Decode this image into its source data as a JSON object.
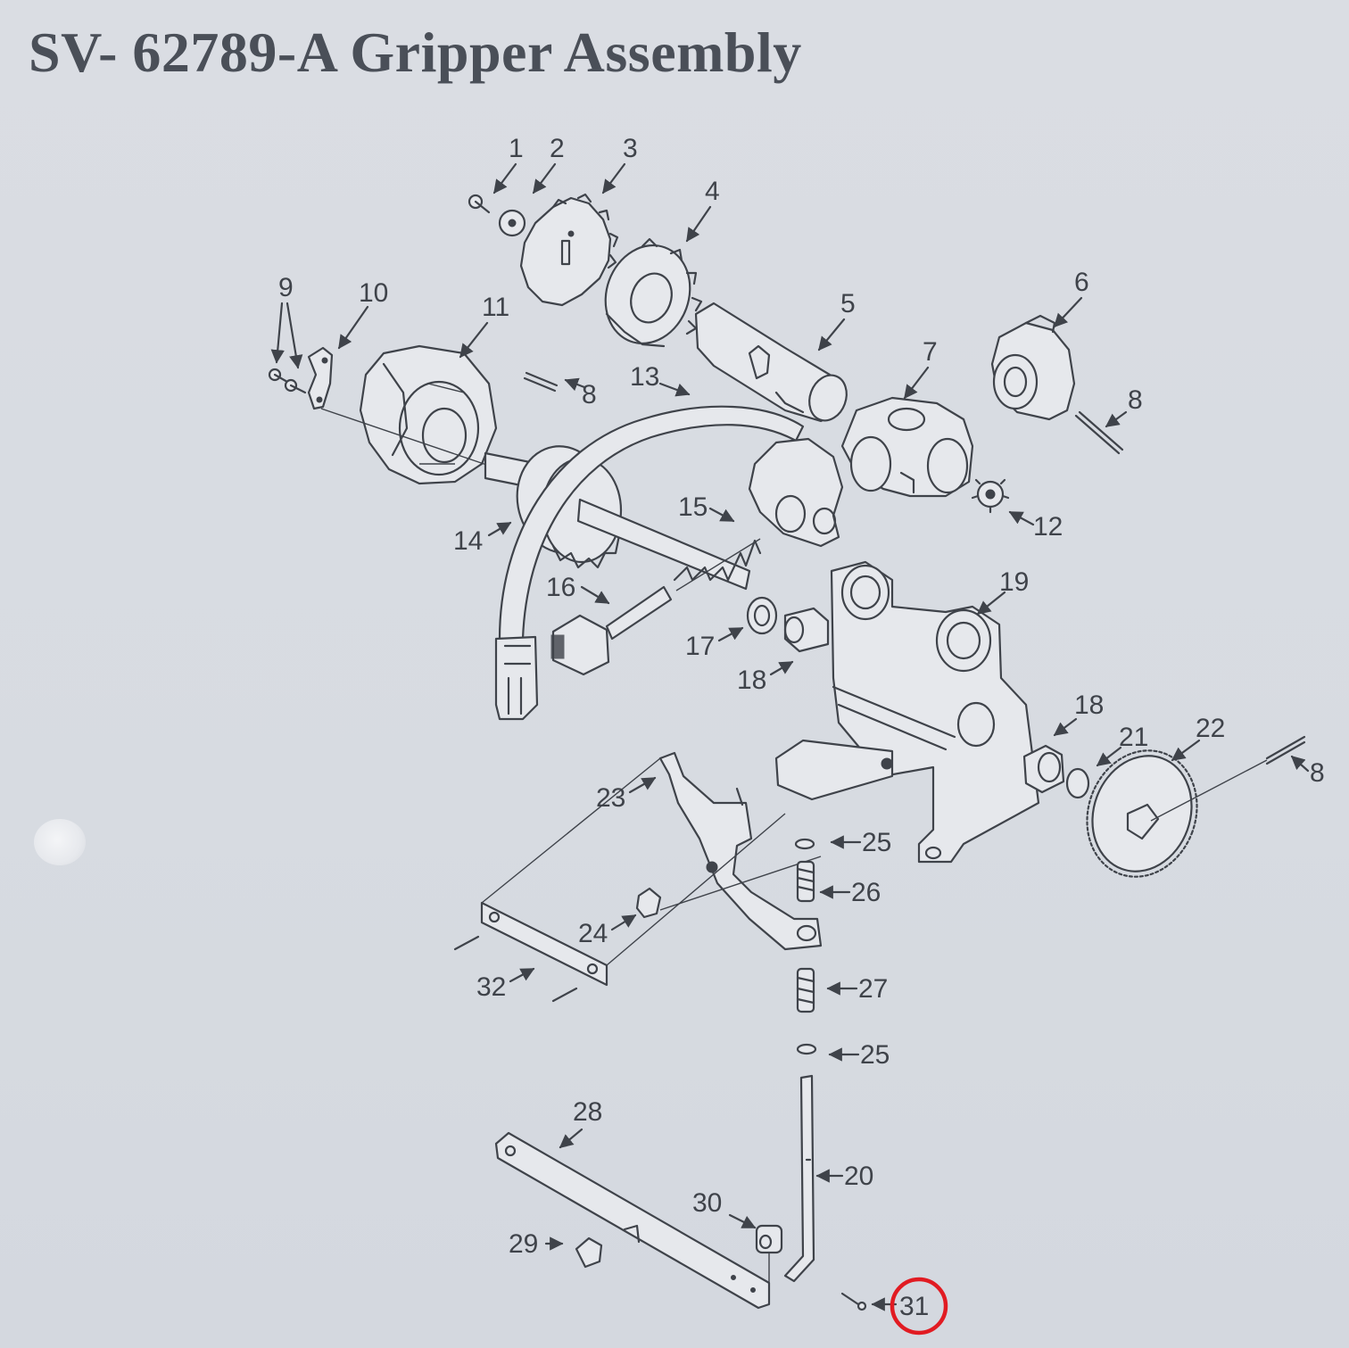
{
  "title": "SV- 62789-A Gripper Assembly",
  "callouts": [
    {
      "id": "c1",
      "text": "1"
    },
    {
      "id": "c2",
      "text": "2"
    },
    {
      "id": "c3",
      "text": "3"
    },
    {
      "id": "c4",
      "text": "4"
    },
    {
      "id": "c5",
      "text": "5"
    },
    {
      "id": "c6",
      "text": "6"
    },
    {
      "id": "c7",
      "text": "7"
    },
    {
      "id": "c8a",
      "text": "8"
    },
    {
      "id": "c8b",
      "text": "8"
    },
    {
      "id": "c8c",
      "text": "8"
    },
    {
      "id": "c9",
      "text": "9"
    },
    {
      "id": "c10",
      "text": "10"
    },
    {
      "id": "c11",
      "text": "11"
    },
    {
      "id": "c12",
      "text": "12"
    },
    {
      "id": "c13",
      "text": "13"
    },
    {
      "id": "c14",
      "text": "14"
    },
    {
      "id": "c15",
      "text": "15"
    },
    {
      "id": "c16",
      "text": "16"
    },
    {
      "id": "c17",
      "text": "17"
    },
    {
      "id": "c18a",
      "text": "18"
    },
    {
      "id": "c18b",
      "text": "18"
    },
    {
      "id": "c19",
      "text": "19"
    },
    {
      "id": "c20",
      "text": "20"
    },
    {
      "id": "c21",
      "text": "21"
    },
    {
      "id": "c22",
      "text": "22"
    },
    {
      "id": "c23",
      "text": "23"
    },
    {
      "id": "c24",
      "text": "24"
    },
    {
      "id": "c25a",
      "text": "25"
    },
    {
      "id": "c25b",
      "text": "25"
    },
    {
      "id": "c26",
      "text": "26"
    },
    {
      "id": "c27",
      "text": "27"
    },
    {
      "id": "c28",
      "text": "28"
    },
    {
      "id": "c29",
      "text": "29"
    },
    {
      "id": "c30",
      "text": "30"
    },
    {
      "id": "c31",
      "text": "31"
    },
    {
      "id": "c32",
      "text": "32"
    }
  ],
  "highlighted_callout": "31",
  "highlight_color": "#e11b22",
  "line_color": "#3f434a",
  "background_color": "#d9dde3"
}
